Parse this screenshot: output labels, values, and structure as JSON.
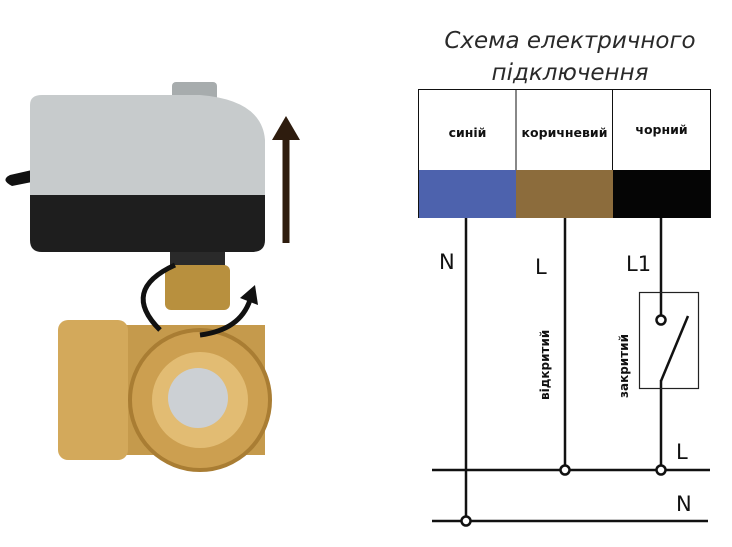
{
  "diagram": {
    "title_line1": "Схема електричного",
    "title_line2": "підключення",
    "wires": [
      {
        "label": "синій",
        "color": "#4d62ad",
        "terminal": "N"
      },
      {
        "label": "коричневий",
        "color": "#8c6c3c",
        "terminal": "L"
      },
      {
        "label": "чорний",
        "color": "#050505",
        "terminal": "L1"
      }
    ],
    "open_label": "відкритий",
    "closed_label": "закритий",
    "bus_L": "L",
    "bus_N": "N"
  }
}
